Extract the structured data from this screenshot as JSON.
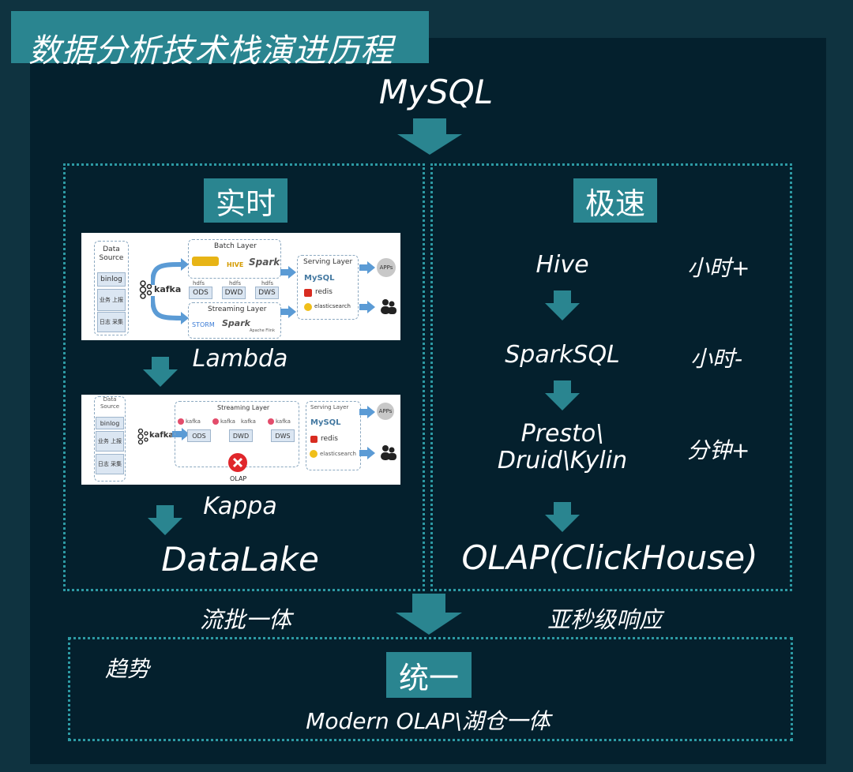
{
  "title": "数据分析技术栈演进历程",
  "mysql": "MySQL",
  "realtime": {
    "tag": "实时",
    "lambda_label": "Lambda",
    "kappa_label": "Kappa",
    "datalake_label": "DataLake",
    "lambda_fig": {
      "data_source": "Data Source",
      "binlog": "binlog",
      "biz_report": "业务 上报",
      "log_collect": "日志 采集",
      "kafka": "kafka",
      "batch_layer": "Batch Layer",
      "hive": "HIVE",
      "spark": "Spark",
      "hdfs1": "hdfs",
      "hdfs2": "hdfs",
      "hdfs3": "hdfs",
      "ods": "ODS",
      "dwd": "DWD",
      "dws": "DWS",
      "streaming_layer": "Streaming Layer",
      "storm": "STORM",
      "spark2": "Spark",
      "flink": "Apache Flink",
      "serving_layer": "Serving Layer",
      "mysql": "MySQL",
      "redis": "redis",
      "elasticsearch": "elasticsearch",
      "apps": "APPs"
    },
    "kappa_fig": {
      "data_source": "Data Source",
      "binlog": "binlog",
      "biz_report": "业务 上报",
      "log_collect": "日志 采集",
      "kafka": "kafka",
      "streaming_layer": "Streaming Layer",
      "kafka_s1": "kafka",
      "kafka_s2": "kafka",
      "kafka_s3": "kafka",
      "kafka_s4": "kafka",
      "ods": "ODS",
      "dwd": "DWD",
      "dws": "DWS",
      "olap": "OLAP",
      "serving_layer": "Serving Layer",
      "mysql": "MySQL",
      "redis": "redis",
      "elasticsearch": "elasticsearch",
      "apps": "APPs"
    }
  },
  "speed": {
    "tag": "极速",
    "rows": [
      {
        "name": "Hive",
        "time": "小时+"
      },
      {
        "name": "SparkSQL",
        "time": "小时-"
      },
      {
        "name": "Presto\\ Druid\\Kylin",
        "name_line1": "Presto\\",
        "name_line2": "Druid\\Kylin",
        "time": "分钟+"
      }
    ],
    "olap": "OLAP(ClickHouse)"
  },
  "stream_batch": "流批一体",
  "subsecond": "亚秒级响应",
  "unify": {
    "trend": "趋势",
    "tag": "统一",
    "subtitle": "Modern OLAP\\湖仓一体"
  },
  "colors": {
    "accent": "#2a8590",
    "dots": "#2d9aa4",
    "panel": "#04202d",
    "frame": "#0f3340"
  }
}
